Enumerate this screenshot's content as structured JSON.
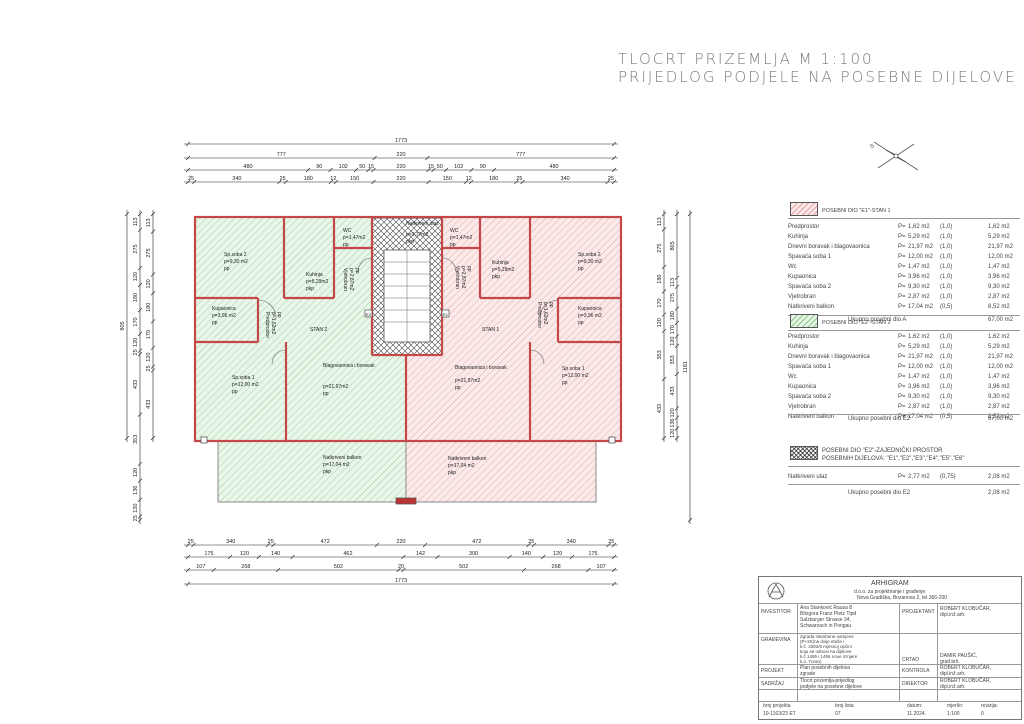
{
  "title": {
    "line1": "TLOCRT PRIZEMLJA   M 1:100",
    "line2": "PRIJEDLOG PODJELE NA POSEBNE DIJELOVE"
  },
  "colors": {
    "stan1": "#e9a5a5",
    "stan2": "#8fcb8f",
    "wall": "#c44848",
    "dim": "#222"
  },
  "plan": {
    "dims_top": {
      "total": "1773",
      "row2": [
        "777",
        "220",
        "777"
      ],
      "row3": [
        "480",
        "90",
        "102",
        "50",
        "15",
        "220",
        "15",
        "50",
        "102",
        "90",
        "480"
      ],
      "row4": [
        "25",
        "340",
        "25",
        "180",
        "12",
        "150",
        "220",
        "150",
        "12",
        "180",
        "25",
        "340",
        "25"
      ]
    },
    "dims_bottom": {
      "row1": [
        "25",
        "340",
        "25",
        "472",
        "220",
        "472",
        "25",
        "340",
        "25"
      ],
      "row2": [
        "175",
        "120",
        "140",
        "462",
        "142",
        "300",
        "140",
        "120",
        "175"
      ],
      "row3": [
        "107",
        "268",
        "502",
        "20",
        "502",
        "268",
        "107"
      ],
      "total": "1773"
    },
    "dims_left": {
      "outer": [
        "805"
      ],
      "inner": [
        "113",
        "275",
        "120",
        "180",
        "170",
        "120",
        "25",
        "433",
        "353",
        "120",
        "136",
        "120",
        "25"
      ]
    },
    "dims_right": {
      "outer": [
        "1181"
      ],
      "inner": [
        "805",
        "113",
        "275",
        "180",
        "170",
        "120",
        "353",
        "433",
        "120",
        "136",
        "120"
      ]
    },
    "rooms_left": [
      {
        "name": "Sp.soba 2",
        "area": "p=9,30 m2",
        "unit": "pp"
      },
      {
        "name": "Kupaonica",
        "area": "p=3,96 m2",
        "unit": "pp"
      },
      {
        "name": "Sp.soba 1",
        "area": "p=12,00 m2",
        "unit": "pp"
      },
      {
        "name": "WC",
        "area": "p=1,47m2",
        "unit": "pp"
      },
      {
        "name": "Kuhinja",
        "area": "p=5,29m2",
        "unit": "pkp"
      },
      {
        "name": "Vjetrobran",
        "area": "p=2,87m2",
        "unit": "pp"
      },
      {
        "name": "Predprostor",
        "area": "p=1,62m2",
        "unit": "pp"
      },
      {
        "name": "Blagovaonica i boravak",
        "area": "p=21,97m2",
        "unit": "pp"
      },
      {
        "name": "Natkriveni balkon",
        "area": "p=17,04 m2",
        "unit": "pkp"
      }
    ],
    "rooms_right": [
      {
        "name": "Sp.soba 2",
        "area": "p=9,30 m2",
        "unit": "pp"
      },
      {
        "name": "Kupaonica",
        "area": "p=3,96 m2",
        "unit": "pp"
      },
      {
        "name": "Sp.soba 1",
        "area": "p=12,00 m2",
        "unit": "pp"
      },
      {
        "name": "WC",
        "area": "p=1,47m2",
        "unit": "pp"
      },
      {
        "name": "Kuhinja",
        "area": "p=5,29m2",
        "unit": "pkp"
      },
      {
        "name": "Vjetrobran",
        "area": "p=2,87m2",
        "unit": "pp"
      },
      {
        "name": "Predprostor",
        "area": "p=1,62m2",
        "unit": "pp"
      },
      {
        "name": "Blagovaonica i boravak",
        "area": "p=21,97m2",
        "unit": "pp"
      },
      {
        "name": "Natkriveni balkon",
        "area": "p=17,04 m2",
        "unit": "pkp"
      }
    ],
    "stair": {
      "name": "Natkriveni ulaz",
      "area": "p=2,77m2",
      "unit": "pkp"
    },
    "stan_labels": [
      "STAN 2",
      "STAN 1"
    ],
    "door_marks": [
      "E1",
      "E2"
    ]
  },
  "legend": {
    "e1": {
      "title": "POSEBNI DIO \"E1\"-STAN 1",
      "rows": [
        [
          "Predprostor",
          "P=",
          "1,62 m2",
          "(1,0)",
          "1,62 m2"
        ],
        [
          "Kuhinja",
          "P=",
          "5,29 m2",
          "(1,0)",
          "5,29 m2"
        ],
        [
          "Dnevni boravak i blagovaonica",
          "P=",
          "21,97 m2",
          "(1,0)",
          "21,97 m2"
        ],
        [
          "Spavaća soba 1",
          "P=",
          "12,00 m2",
          "(1,0)",
          "12,00 m2"
        ],
        [
          "Wc",
          "P=",
          "1,47 m2",
          "(1,0)",
          "1,47 m2"
        ],
        [
          "Kupaonica",
          "P=",
          "3,96 m2",
          "(1,0)",
          "3,96 m2"
        ],
        [
          "Spavaća soba 2",
          "P=",
          "9,30 m2",
          "(1,0)",
          "9,30 m2"
        ],
        [
          "Vjetrobran",
          "P=",
          "2,87 m2",
          "(1,0)",
          "2,87 m2"
        ],
        [
          "Natkriveni balkon",
          "P=",
          "17,04 m2",
          "(0,5)",
          "8,52 m2"
        ]
      ],
      "total_label": "Ukupno posebni dio A",
      "total": "67,00 m2"
    },
    "e2": {
      "title": "POSEBNI DIO \"E2\"-STAN 2",
      "rows": [
        [
          "Predprostor",
          "P=",
          "1,62 m2",
          "(1,0)",
          "1,62 m2"
        ],
        [
          "Kuhinja",
          "P=",
          "5,29 m2",
          "(1,0)",
          "5,29 m2"
        ],
        [
          "Dnevni boravak i blagovaonica",
          "P=",
          "21,97 m2",
          "(1,0)",
          "21,97 m2"
        ],
        [
          "Spavaća soba 1",
          "P=",
          "12,00 m2",
          "(1,0)",
          "12,00 m2"
        ],
        [
          "Wc",
          "P=",
          "1,47 m2",
          "(1,0)",
          "1,47 m2"
        ],
        [
          "Kupaonica",
          "P=",
          "3,96 m2",
          "(1,0)",
          "3,96 m2"
        ],
        [
          "Spavaća soba 2",
          "P=",
          "9,30 m2",
          "(1,0)",
          "9,30 m2"
        ],
        [
          "Vjetrobran",
          "P=",
          "2,87 m2",
          "(1,0)",
          "2,87 m2"
        ],
        [
          "Natkriveni balkon",
          "P=",
          "17,04 m2",
          "(0,5)",
          "8,52 m2"
        ]
      ],
      "total_label": "Ukupno posebni dio E2",
      "total": "67,00 m2"
    },
    "common": {
      "title1": "POSEBNI DIO \"E2\"-ZAJEDNIČKI PROSTOR",
      "title2": "POSEBNIH DIJELOVA: \"E1\",\"E2\",\"E3\",\"E4\",\"E5\",\"E6\"",
      "row": [
        "Natkriveni ulaz",
        "P=",
        "2,77 m2",
        "(0,75)",
        "2,08 m2"
      ],
      "total_label": "Ukupno posebni dio E2",
      "total": "2,08 m2"
    }
  },
  "titleblock": {
    "company": "ARHIGRAM",
    "company_sub": "d.o.o. za projektiranje i građenje",
    "address": "Nova Gradiška, Bozanova 2, tel.366-200",
    "investitor_label": "INVESTITOR",
    "investitor": [
      "Ana Stanković Rausa 8",
      "Bilogora Franz Pletz Ttpd",
      "Salzburger Strasse 34,",
      "Schwarzach in Pongau"
    ],
    "projektant_label": "PROJEKTANT",
    "projektant": [
      "ROBERT KLOBUČAR,",
      "dipl.inž.arh."
    ],
    "gradjevina_label": "GRAĐEVINA",
    "gradjevina": [
      "Zgrada stambene namjene",
      "(P+2K)na dvije etaže i",
      "k.č. 3392/5 mjesnoj općini",
      "koju se odnosi na dijelove",
      "k.č.1495 i 1496 nove izmjere",
      "k.o. Turan)"
    ],
    "crtao_label": "CRTAO",
    "crtao": [
      "DAMIR PAUŠIĆ,",
      "građ.teh."
    ],
    "projekt_label": "PROJEKT",
    "projekt": [
      "Plan posebnih dijelova",
      "zgrade"
    ],
    "kontrola_label": "KONTROLA",
    "kontrola": [
      "ROBERT KLOBUČAR,",
      "dipl.inž.arh."
    ],
    "sadrzaj_label": "SADRŽAJ",
    "sadrzaj": [
      "Tlocrt prizemlja-prijedlog",
      "podjele na posebne dijelove"
    ],
    "direktor_label": "DIREKTOR",
    "direktor": [
      "ROBERT KLOBUČAR,",
      "dipl.inž.arh."
    ],
    "footer_labels": [
      "broj projekta",
      "broj lista",
      "datum:",
      "mjerilo:",
      "revizija:"
    ],
    "footer_values": [
      "10-1163/23 ET",
      "07",
      "11.2024.",
      "1:100",
      "0"
    ]
  }
}
